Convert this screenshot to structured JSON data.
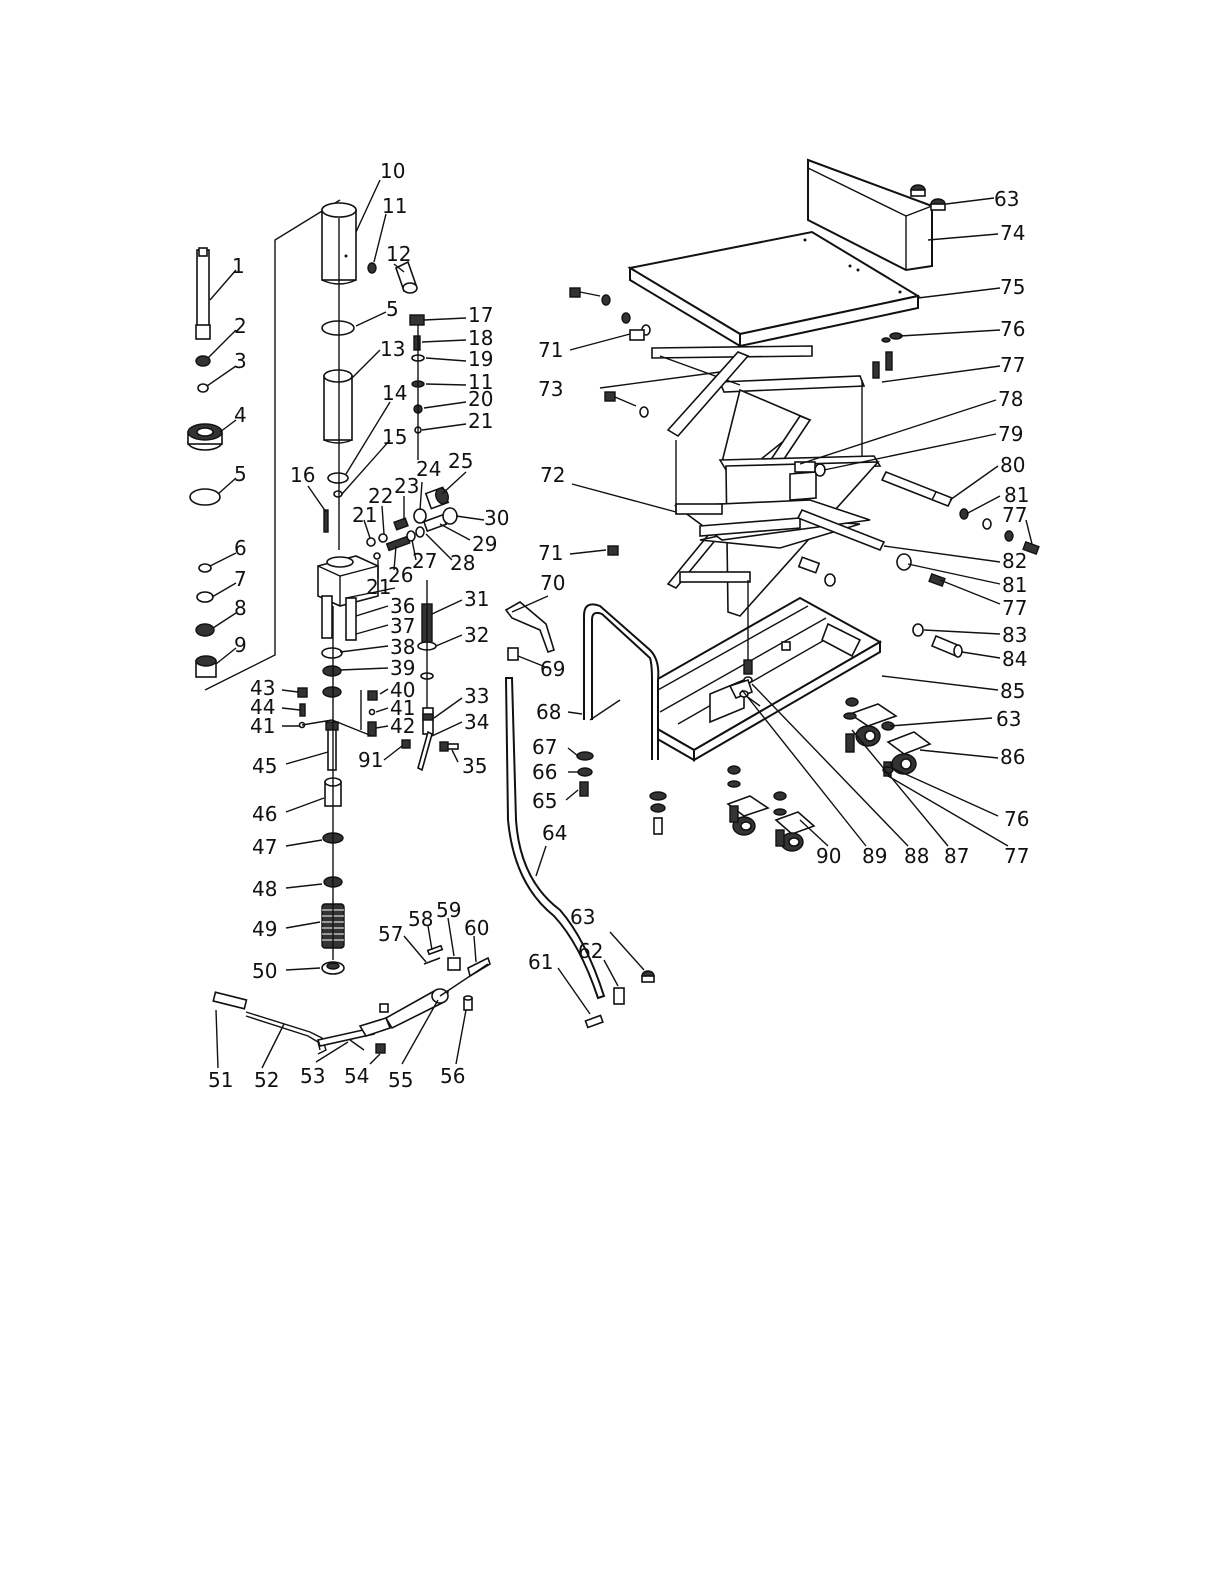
{
  "diagram": {
    "labels": {
      "l1": "1",
      "l2": "2",
      "l3": "3",
      "l4": "4",
      "l5a": "5",
      "l5b": "5",
      "l6": "6",
      "l7": "7",
      "l8": "8",
      "l9": "9",
      "l10": "10",
      "l11a": "11",
      "l11b": "11",
      "l12": "12",
      "l13": "13",
      "l14": "14",
      "l15": "15",
      "l16": "16",
      "l17": "17",
      "l18": "18",
      "l19": "19",
      "l20": "20",
      "l21a": "21",
      "l21b": "21",
      "l21c": "21",
      "l22": "22",
      "l23": "23",
      "l24": "24",
      "l25": "25",
      "l26": "26",
      "l27": "27",
      "l28": "28",
      "l29": "29",
      "l30": "30",
      "l31": "31",
      "l32": "32",
      "l33": "33",
      "l34": "34",
      "l35": "35",
      "l36": "36",
      "l37": "37",
      "l38": "38",
      "l39": "39",
      "l40": "40",
      "l41a": "41",
      "l41b": "41",
      "l42": "42",
      "l43": "43",
      "l44": "44",
      "l45": "45",
      "l46": "46",
      "l47": "47",
      "l48": "48",
      "l49": "49",
      "l50": "50",
      "l51": "51",
      "l52": "52",
      "l53": "53",
      "l54": "54",
      "l55": "55",
      "l56": "56",
      "l57": "57",
      "l58": "58",
      "l59": "59",
      "l60": "60",
      "l61": "61",
      "l62": "62",
      "l63a": "63",
      "l63b": "63",
      "l63c": "63",
      "l64": "64",
      "l65": "65",
      "l66": "66",
      "l67": "67",
      "l68": "68",
      "l69": "69",
      "l70": "70",
      "l71a": "71",
      "l71b": "71",
      "l72": "72",
      "l73": "73",
      "l74": "74",
      "l75": "75",
      "l76a": "76",
      "l76b": "76",
      "l77a": "77",
      "l77b": "77",
      "l77c": "77",
      "l77d": "77",
      "l78": "78",
      "l79": "79",
      "l80": "80",
      "l81a": "81",
      "l81b": "81",
      "l82": "82",
      "l83": "83",
      "l84": "84",
      "l85": "85",
      "l86": "86",
      "l87": "87",
      "l88": "88",
      "l89": "89",
      "l90": "90",
      "l91": "91"
    }
  }
}
